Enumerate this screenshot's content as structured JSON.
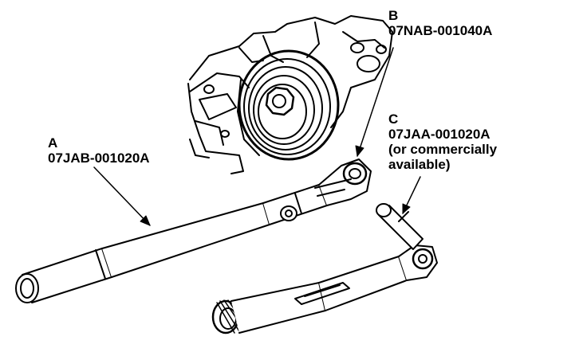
{
  "callouts": {
    "a": {
      "letter": "A",
      "part_number": "07JAB-001020A"
    },
    "b": {
      "letter": "B",
      "part_number": "07NAB-001040A"
    },
    "c": {
      "letter": "C",
      "part_number": "07JAA-001020A",
      "note_line1": "(or commercially",
      "note_line2": "available)"
    }
  },
  "colors": {
    "ink": "#000000",
    "paper": "#ffffff"
  }
}
